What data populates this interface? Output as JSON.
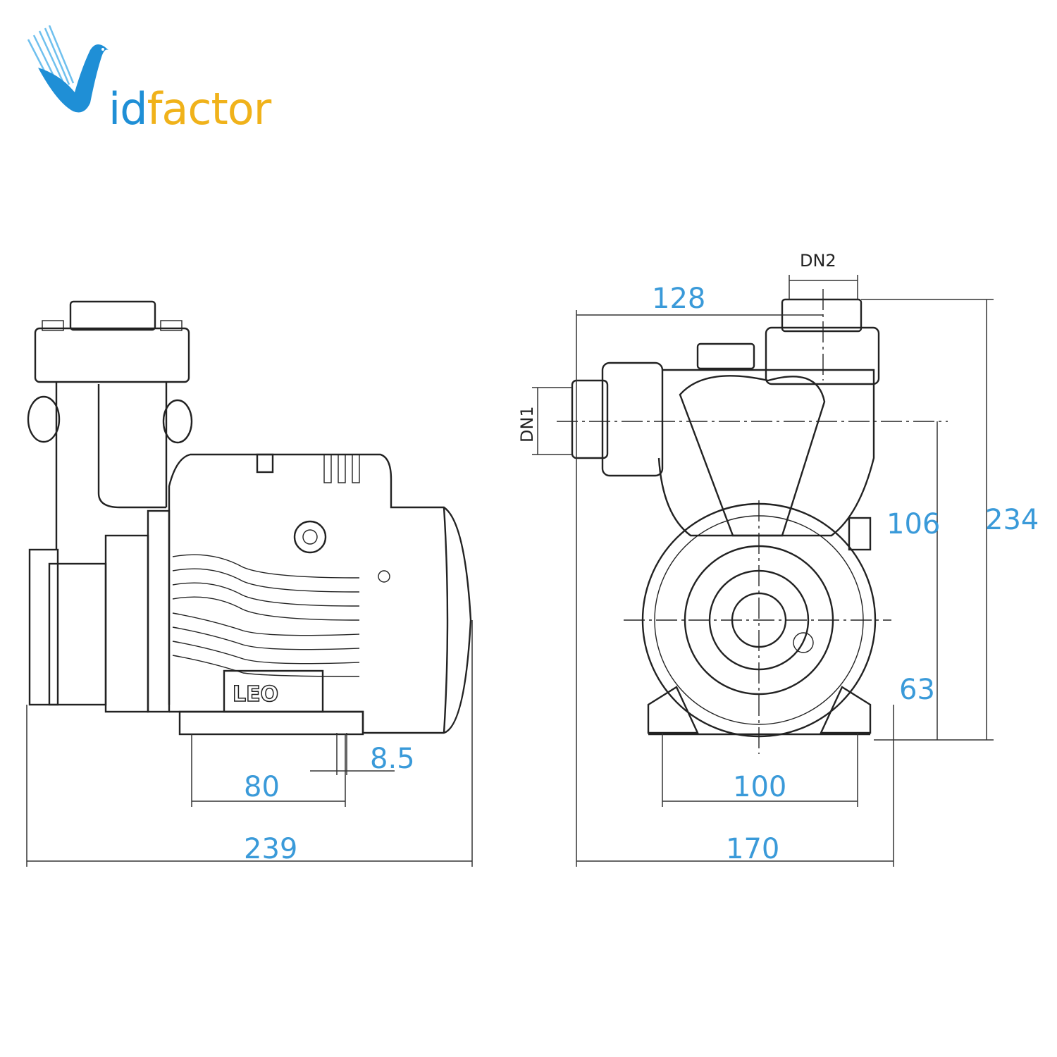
{
  "logo": {
    "text_id": "id",
    "text_factor": "factor",
    "brand": "Vidfactor"
  },
  "colors": {
    "dimension": "#3a9ad9",
    "logo_blue": "#1f8fd6",
    "logo_yellow": "#f0b21a",
    "line": "#222222"
  },
  "side_view": {
    "brand_label": "LEO",
    "dims": {
      "overall_length": "239",
      "foot_spacing": "80",
      "foot_hole": "8.5"
    }
  },
  "front_view": {
    "dims": {
      "to_outlet": "128",
      "outlet": "DN2",
      "inlet": "DN1",
      "inlet_height": "106",
      "overall_height": "234",
      "shaft_height": "63",
      "foot_spacing": "100",
      "overall_width": "170"
    }
  }
}
